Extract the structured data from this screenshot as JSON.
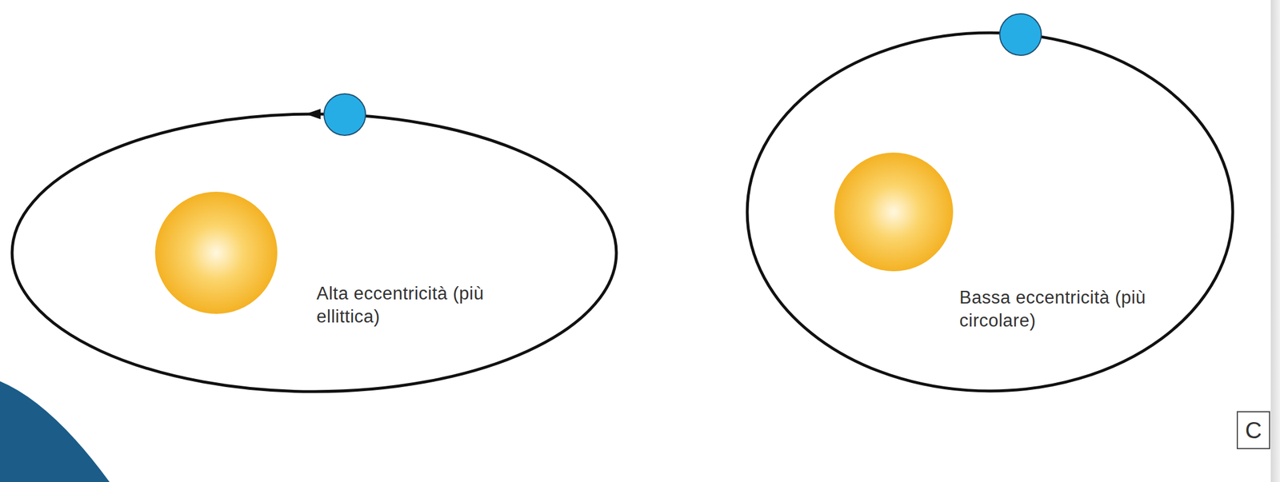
{
  "diagram": {
    "nodes": [
      {
        "text": [
          "C"
        ]
      }
    ],
    "labels": [
      "Alta eccentricità (più ellittica)",
      "Bassa eccentricità (più circolare)"
    ]
  }
}
